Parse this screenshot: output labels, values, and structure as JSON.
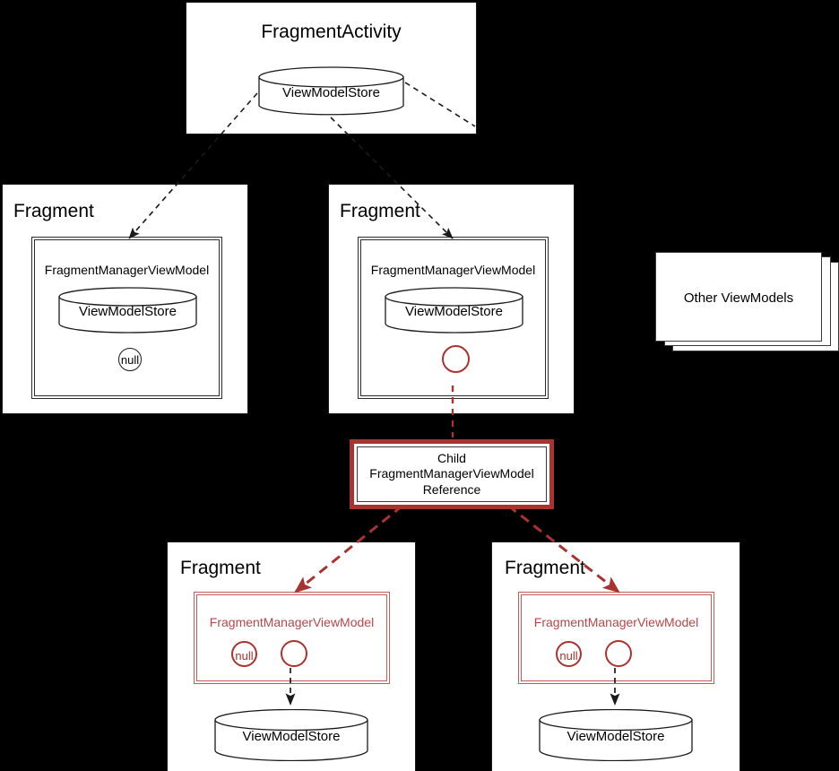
{
  "diagram": {
    "title": "Android Fragment ViewModelStore ownership diagram",
    "background": "#000000",
    "accent_red": "#a9332f",
    "accent_red_light": "#c35b5b",
    "line_black": "#1a1a1a"
  },
  "activity": {
    "title": "FragmentActivity",
    "store": {
      "label": "ViewModelStore"
    }
  },
  "fragments_top": [
    {
      "title": "Fragment",
      "vm": {
        "label": "FragmentManagerViewModel",
        "store": {
          "label": "ViewModelStore"
        },
        "null_marker": "null",
        "has_child_ref_circle": false
      }
    },
    {
      "title": "Fragment",
      "vm": {
        "label": "FragmentManagerViewModel",
        "store": {
          "label": "ViewModelStore"
        },
        "null_marker": "",
        "has_child_ref_circle": true
      }
    }
  ],
  "other_viewmodels": {
    "label": "Other ViewModels",
    "card_count": 3
  },
  "child_reference": {
    "line1": "Child",
    "line2": "FragmentManagerViewModel",
    "line3": "Reference"
  },
  "fragments_bottom": [
    {
      "title": "Fragment",
      "vm": {
        "label": "FragmentManagerViewModel",
        "null_marker": "null",
        "has_child_ref_circle": true
      },
      "store": {
        "label": "ViewModelStore"
      }
    },
    {
      "title": "Fragment",
      "vm": {
        "label": "FragmentManagerViewModel",
        "null_marker": "null",
        "has_child_ref_circle": true
      },
      "store": {
        "label": "ViewModelStore"
      }
    }
  ],
  "connections": {
    "activity_to_fragment_left": "dashed-black-arrow",
    "activity_to_fragment_right": "dashed-black-arrow",
    "activity_to_other": "dashed-black-line",
    "middle_circle_to_reference": "dashed-red-line",
    "reference_to_bottom_left": "dashed-red-arrow",
    "reference_to_bottom_right": "dashed-red-arrow",
    "bottom_vm_to_store": "dashed-black-arrow"
  }
}
